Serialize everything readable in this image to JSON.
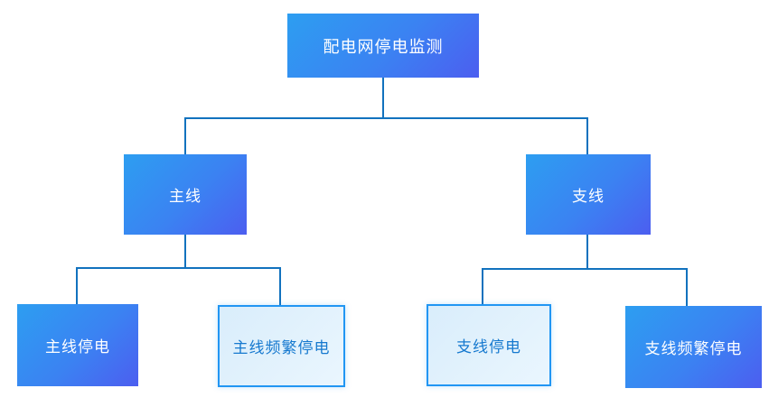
{
  "diagram": {
    "title": "配电网停电监测",
    "root": {
      "label": "配电网停电监测",
      "variant": "solid"
    },
    "level1": [
      {
        "label": "主线",
        "variant": "solid"
      },
      {
        "label": "支线",
        "variant": "solid"
      }
    ],
    "level2": [
      {
        "label": "主线停电",
        "variant": "solid",
        "parent": "主线"
      },
      {
        "label": "主线频繁停电",
        "variant": "outline",
        "parent": "主线"
      },
      {
        "label": "支线停电",
        "variant": "outline",
        "parent": "支线"
      },
      {
        "label": "支线频繁停电",
        "variant": "solid",
        "parent": "支线"
      }
    ]
  },
  "colors": {
    "background": "#ffffff",
    "node_gradient_start": "#2d9ef1",
    "node_gradient_end": "#4c5ef0",
    "node_text_solid": "#ffffff",
    "outline_border": "#2196f3",
    "outline_bg_start": "#d9edfb",
    "outline_bg_end": "#eaf6fe",
    "outline_text": "#1679cf",
    "connector": "#1272be"
  }
}
